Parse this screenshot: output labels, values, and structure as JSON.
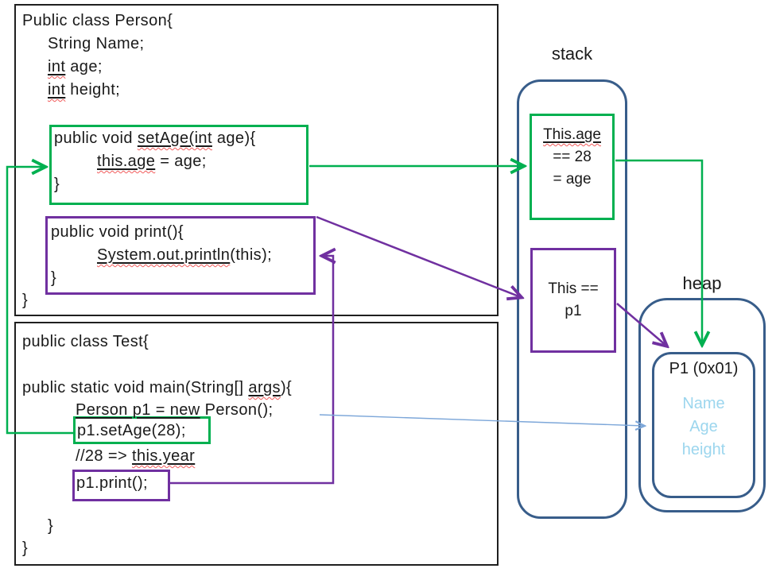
{
  "colors": {
    "green": "#00B050",
    "purple": "#7030A0",
    "frame_blue": "#385D8A",
    "box_black": "#1f1f1f",
    "light_blue_text": "#9CD6EE",
    "arrow_blue": "#7DA7D9",
    "squiggle_red": "#f25c5c",
    "code_text": "#1a1a1a"
  },
  "code": {
    "person": {
      "l1": [
        {
          "t": "Public class Person{",
          "s": "p"
        }
      ],
      "l2": [
        {
          "t": "String Name;",
          "s": "p"
        }
      ],
      "l3": [
        {
          "t": "int",
          "s": "usq"
        },
        {
          "t": " age;",
          "s": "p"
        }
      ],
      "l4": [
        {
          "t": "int",
          "s": "usq"
        },
        {
          "t": " height;",
          "s": "p"
        }
      ],
      "setage_l1": [
        {
          "t": "public void ",
          "s": "p"
        },
        {
          "t": "setAge(int",
          "s": "usq"
        },
        {
          "t": " age){",
          "s": "p"
        }
      ],
      "setage_l2": [
        {
          "t": "this.age",
          "s": "usq"
        },
        {
          "t": " = age;",
          "s": "p"
        }
      ],
      "setage_l3": [
        {
          "t": "}",
          "s": "p"
        }
      ],
      "print_l1": [
        {
          "t": "public void print(){",
          "s": "p"
        }
      ],
      "print_l2": [
        {
          "t": "System.out.println",
          "s": "usq"
        },
        {
          "t": "(this);",
          "s": "p"
        }
      ],
      "print_l3": [
        {
          "t": "}",
          "s": "p"
        }
      ],
      "close": [
        {
          "t": "}",
          "s": "p"
        }
      ]
    },
    "test": {
      "l1": [
        {
          "t": "public class Test{",
          "s": "p"
        }
      ],
      "l2": [
        {
          "t": "public static void main(String[] ",
          "s": "p"
        },
        {
          "t": "args",
          "s": "usq"
        },
        {
          "t": "){",
          "s": "p"
        }
      ],
      "l3": [
        {
          "t": "Person p1 = new",
          "s": "u"
        },
        {
          "t": " Person();",
          "s": "p"
        }
      ],
      "setage_call": [
        {
          "t": "p1.setAge(28);",
          "s": "p"
        }
      ],
      "comment": [
        {
          "t": "//28 => ",
          "s": "p"
        },
        {
          "t": "this.year",
          "s": "usq"
        }
      ],
      "print_call": [
        {
          "t": "p1.print();",
          "s": "p"
        }
      ],
      "close_inner": [
        {
          "t": "}",
          "s": "p"
        }
      ],
      "close": [
        {
          "t": "}",
          "s": "p"
        }
      ]
    }
  },
  "stack": {
    "label": "stack",
    "frame_setage": {
      "l1": [
        {
          "t": "This.age",
          "s": "usq"
        }
      ],
      "l2": [
        {
          "t": "== 28",
          "s": "p"
        }
      ],
      "l3": [
        {
          "t": "= age",
          "s": "p"
        }
      ]
    },
    "frame_this": {
      "l1": [
        {
          "t": "This ==",
          "s": "p"
        }
      ],
      "l2": [
        {
          "t": "p1",
          "s": "p"
        }
      ]
    }
  },
  "heap": {
    "label": "heap",
    "object": {
      "title": "P1 (0x01)",
      "fields": [
        "Name",
        "Age",
        "height"
      ]
    }
  }
}
